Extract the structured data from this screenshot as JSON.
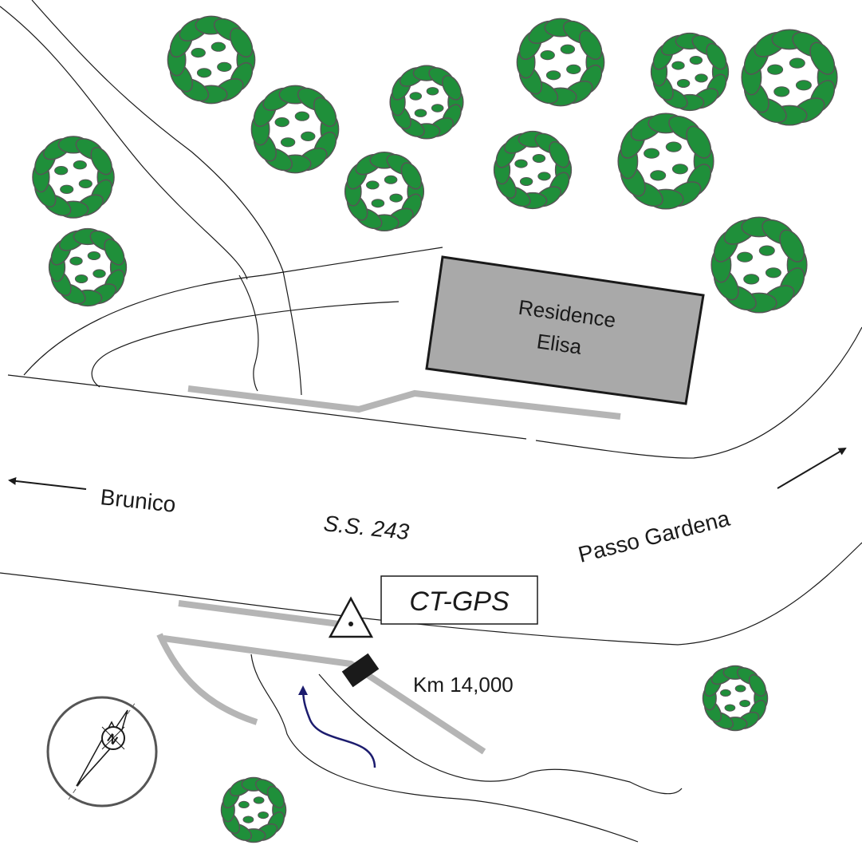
{
  "labels": {
    "building": "Residence",
    "building_line2": "Elisa",
    "road": "S.S. 243",
    "west": "Brunico",
    "east": "Passo Gardena",
    "station": "CT-GPS",
    "km": "Km 14,000",
    "compass": "N"
  },
  "colors": {
    "tree_leaf": "#1f8f3a",
    "tree_outline": "#555555",
    "building_fill": "#a9a9a9",
    "path_gray": "#b5b5b5",
    "approach_arrow": "#1c1c6e"
  },
  "icons": {
    "tree": "tree-icon",
    "station": "gps-triangle-icon",
    "marker": "km-marker-icon",
    "compass": "compass-icon"
  }
}
